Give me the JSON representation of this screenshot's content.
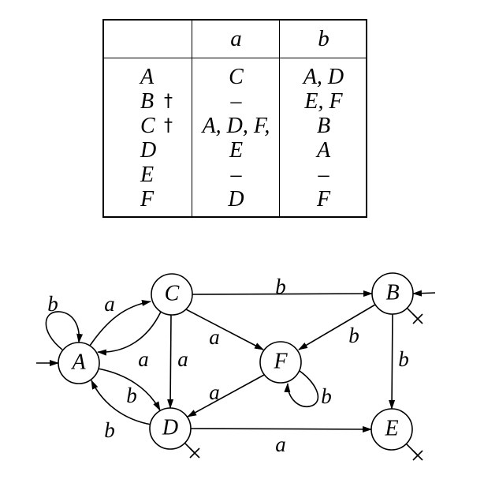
{
  "table": {
    "headers": [
      "",
      "a",
      "b"
    ],
    "rows": [
      {
        "state": "A",
        "mark": "",
        "a": "C",
        "b": "A, D"
      },
      {
        "state": "B",
        "mark": "†",
        "a": "–",
        "b": "E, F"
      },
      {
        "state": "C",
        "mark": "†",
        "a": "A, D, F,",
        "b": "B"
      },
      {
        "state": "D",
        "mark": "",
        "a": "E",
        "b": "A"
      },
      {
        "state": "E",
        "mark": "",
        "a": "–",
        "b": "–"
      },
      {
        "state": "F",
        "mark": "",
        "a": "D",
        "b": "F"
      }
    ]
  },
  "diagram": {
    "nodes": [
      {
        "id": "A",
        "label": "A",
        "initial": true,
        "accepting": false
      },
      {
        "id": "B",
        "label": "B",
        "initial": true,
        "accepting": true
      },
      {
        "id": "C",
        "label": "C",
        "initial": false,
        "accepting": false
      },
      {
        "id": "D",
        "label": "D",
        "initial": false,
        "accepting": true
      },
      {
        "id": "E",
        "label": "E",
        "initial": false,
        "accepting": true
      },
      {
        "id": "F",
        "label": "F",
        "initial": false,
        "accepting": false
      }
    ],
    "edges": [
      {
        "id": "A-A",
        "from": "A",
        "to": "A",
        "label": "b"
      },
      {
        "id": "A-C",
        "from": "A",
        "to": "C",
        "label": "a"
      },
      {
        "id": "C-A",
        "from": "C",
        "to": "A",
        "label": "a"
      },
      {
        "id": "C-D",
        "from": "C",
        "to": "D",
        "label": "a"
      },
      {
        "id": "C-F",
        "from": "C",
        "to": "F",
        "label": "a"
      },
      {
        "id": "C-B",
        "from": "C",
        "to": "B",
        "label": "b"
      },
      {
        "id": "A-D",
        "from": "A",
        "to": "D",
        "label": "b"
      },
      {
        "id": "D-A",
        "from": "D",
        "to": "A",
        "label": "b"
      },
      {
        "id": "B-F",
        "from": "B",
        "to": "F",
        "label": "b"
      },
      {
        "id": "B-E",
        "from": "B",
        "to": "E",
        "label": "b"
      },
      {
        "id": "F-F",
        "from": "F",
        "to": "F",
        "label": "b"
      },
      {
        "id": "F-D",
        "from": "F",
        "to": "D",
        "label": "a"
      },
      {
        "id": "D-E",
        "from": "D",
        "to": "E",
        "label": "a"
      }
    ]
  }
}
